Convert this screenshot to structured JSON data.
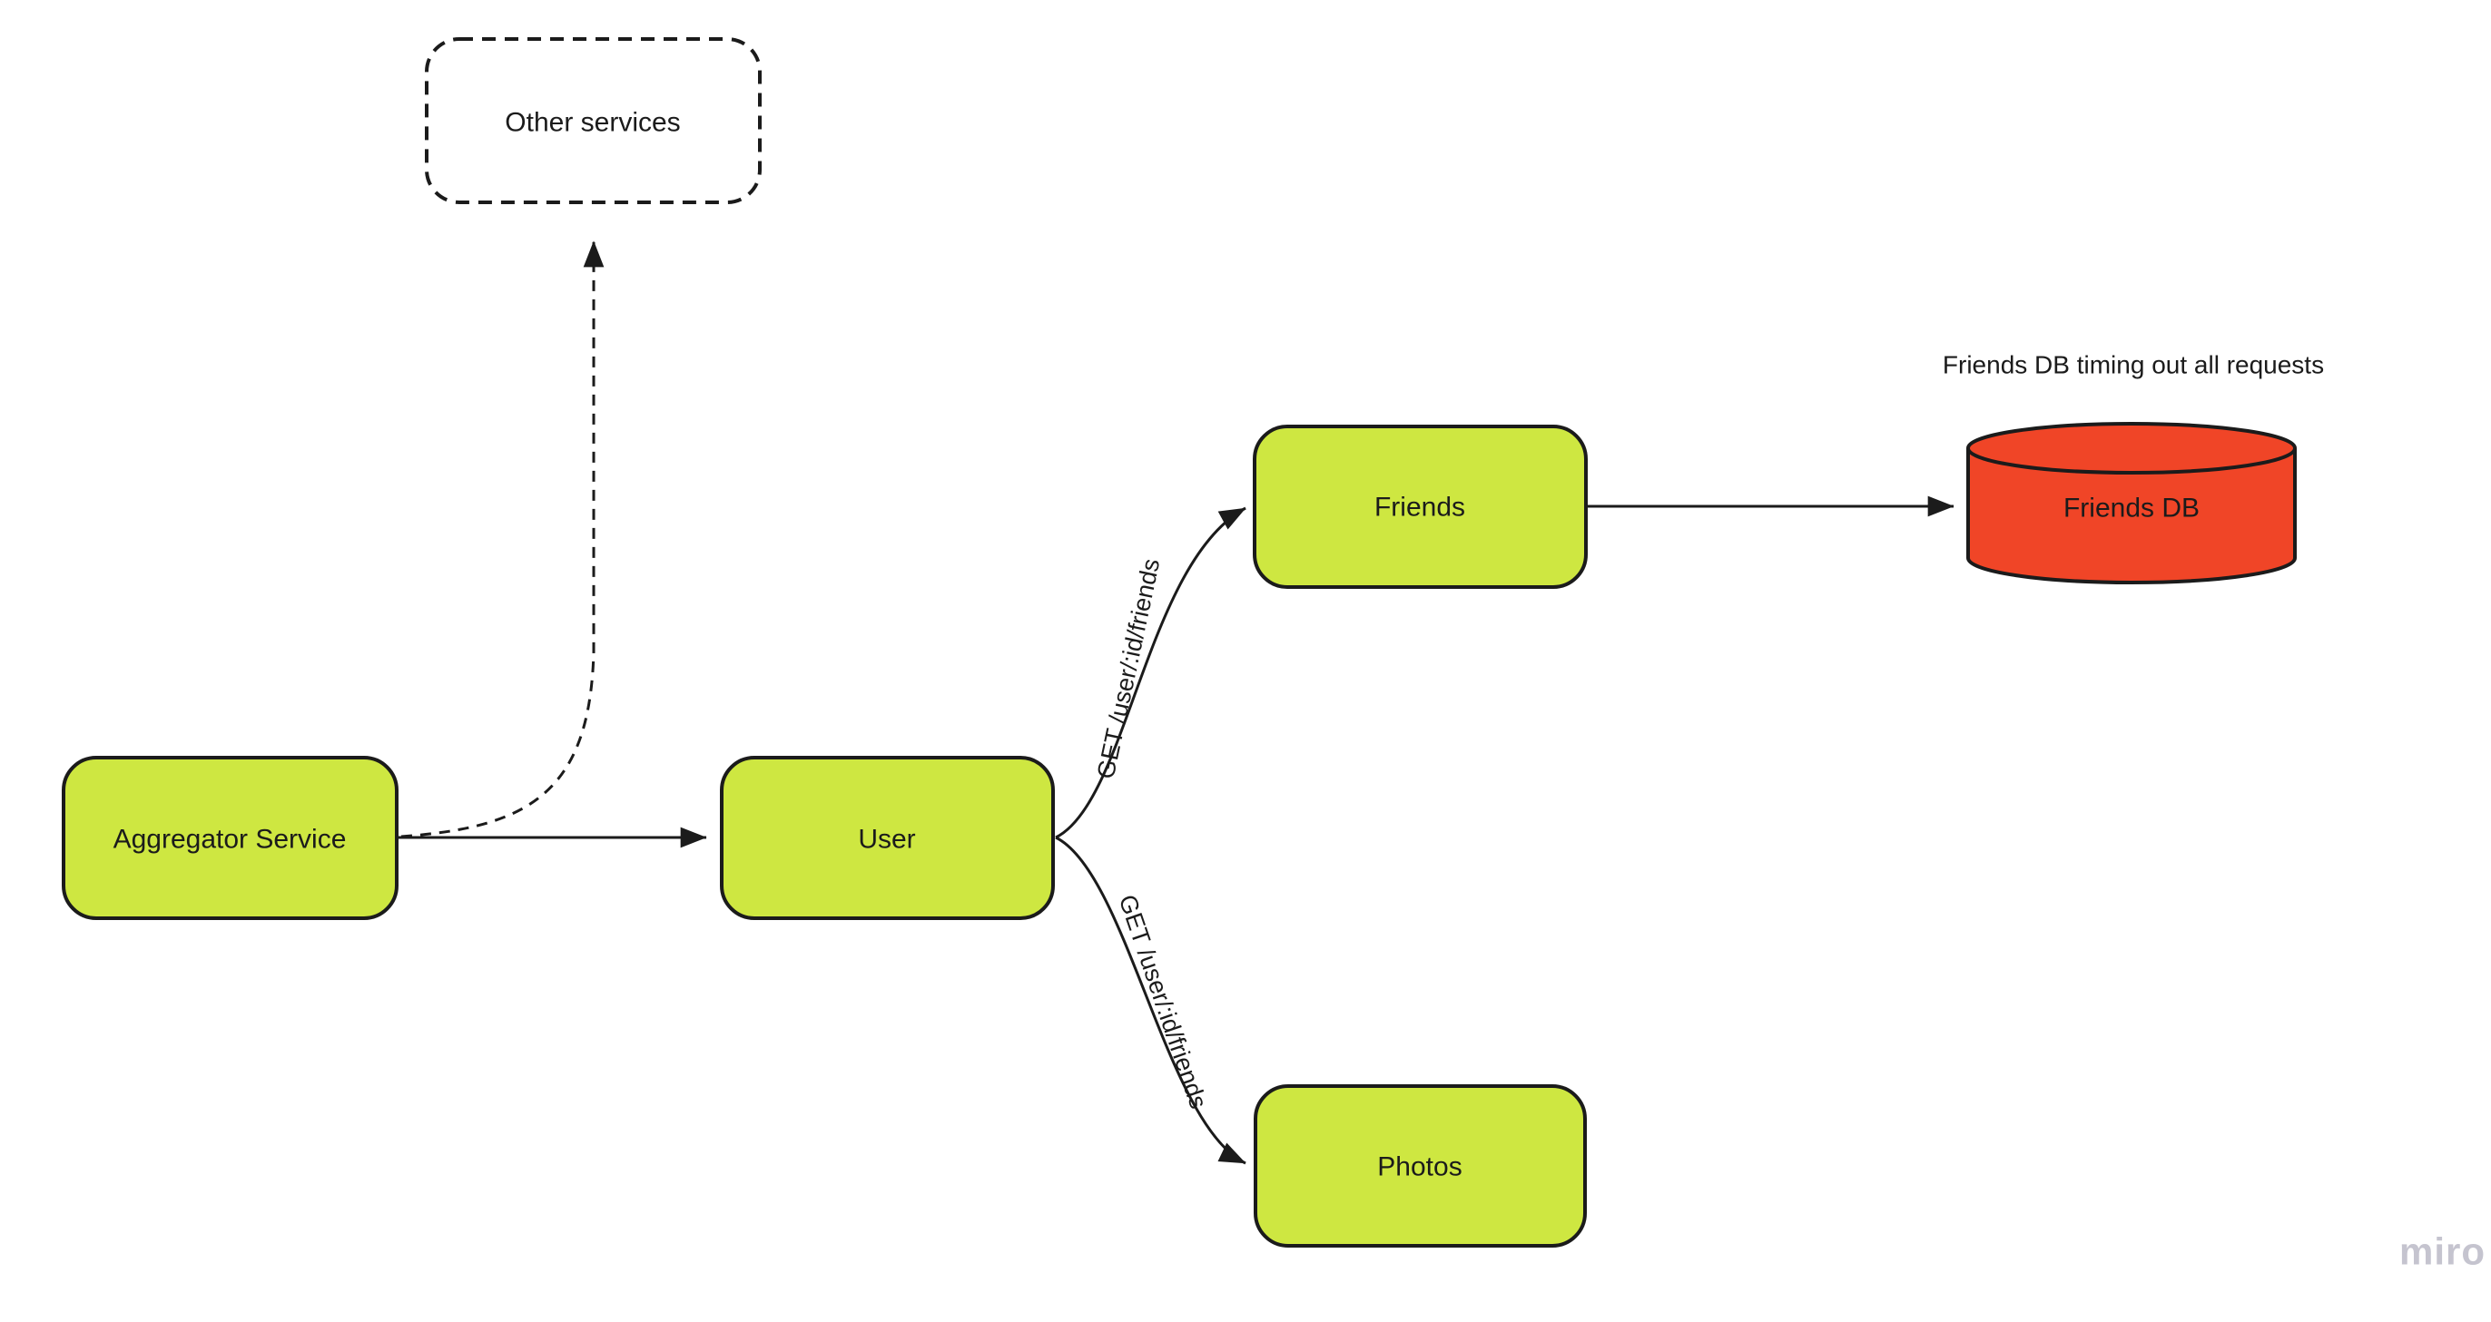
{
  "app": {
    "watermark": "miro"
  },
  "colors": {
    "canvas_bg": "#FFFFFF",
    "node_fill": "#CEE741",
    "db_fill": "#F04527",
    "outline": "#1B1B1B",
    "watermark": "#C5C4CF"
  },
  "nodes": {
    "other_services": {
      "label": "Other services"
    },
    "aggregator": {
      "label": "Aggregator Service"
    },
    "user": {
      "label": "User"
    },
    "friends": {
      "label": "Friends"
    },
    "photos": {
      "label": "Photos"
    },
    "friends_db": {
      "label": "Friends DB"
    }
  },
  "annotations": {
    "friends_db_note": "Friends DB timing out all requests"
  },
  "edges": {
    "user_to_friends": {
      "label": "GET /user/:id/friends"
    },
    "user_to_photos": {
      "label": "GET /user/:id/friends"
    }
  }
}
